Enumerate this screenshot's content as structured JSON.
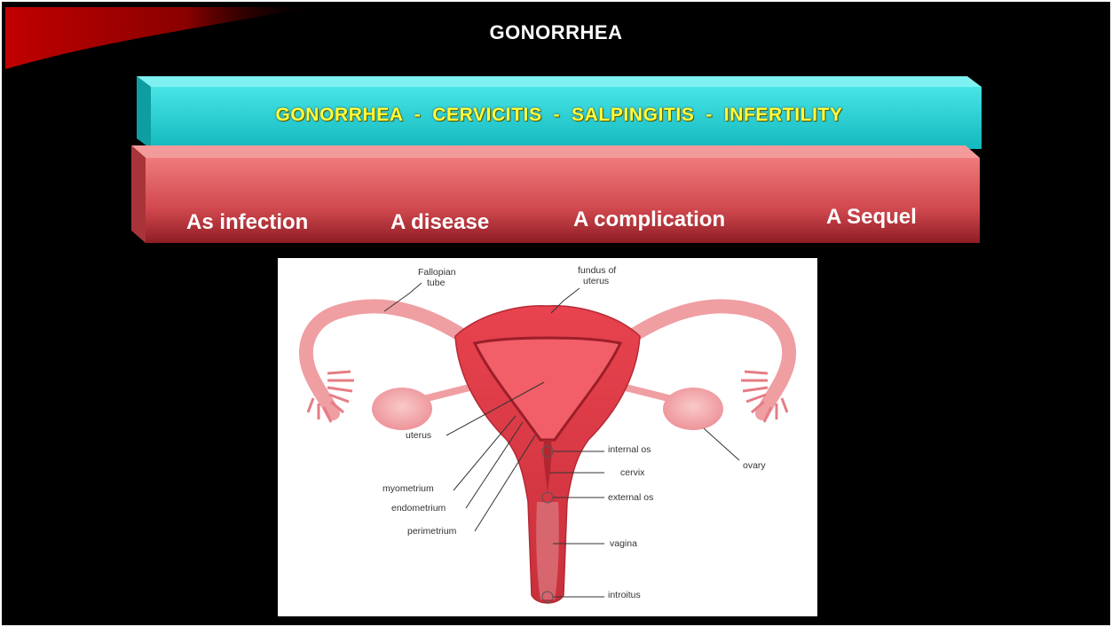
{
  "slide": {
    "title": "GONORRHEA"
  },
  "sequence_banner": {
    "text": "GONORRHEA  -  CERVICITIS  -  SALPINGITIS  -  INFERTILITY"
  },
  "stages": [
    {
      "label": "As infection"
    },
    {
      "label": "A disease"
    },
    {
      "label": "A complication"
    },
    {
      "label": "A Sequel"
    }
  ],
  "diagram": {
    "labels": {
      "fallopian_tube_1": "Fallopian",
      "fallopian_tube_2": "tube",
      "fundus_1": "fundus of",
      "fundus_2": "uterus",
      "uterus": "uterus",
      "internal_os": "internal os",
      "cervix": "cervix",
      "myometrium": "myometrium",
      "endometrium": "endometrium",
      "perimetrium": "perimetrium",
      "external_os": "external os",
      "vagina": "vagina",
      "introitus": "introitus",
      "ovary": "ovary"
    }
  },
  "colors": {
    "background": "#000000",
    "cyan_bar": "#29d3d6",
    "banner_text": "#ffff3a",
    "red_bar": "#e0585c",
    "tissue": "#e8434e"
  }
}
